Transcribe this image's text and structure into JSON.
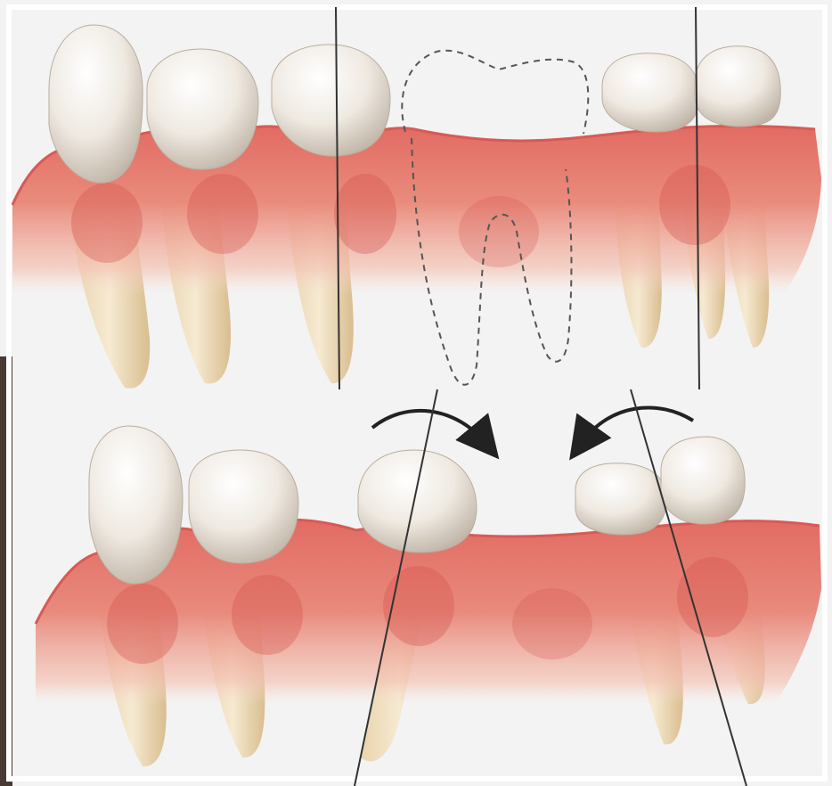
{
  "diagram": {
    "panels": [
      {
        "name": "top-jaw-missing-tooth",
        "teeth": 6,
        "missing_tooth_outline": "dashed"
      },
      {
        "name": "bottom-jaw-tilted-teeth",
        "teeth": 5
      }
    ],
    "arrows": [
      {
        "name": "left-tilt-arrow",
        "direction": "clockwise"
      },
      {
        "name": "right-tilt-arrow",
        "direction": "counter-clockwise"
      }
    ],
    "axis_lines": 4
  },
  "colors": {
    "background": "#f3f3f3",
    "frame": "#ffffff",
    "gum": "#e47f72",
    "gum_dark": "#c94e4b",
    "gum_light": "#f3b6a8",
    "tooth_enamel": "#f5f0ea",
    "tooth_shadow": "#c9bfb3",
    "root": "#eedcbc",
    "root_shadow": "#d7bb8c",
    "line": "#333333",
    "dashed_outline": "#555555",
    "arrow": "#222222",
    "photo_strip": "#4a3a33"
  }
}
